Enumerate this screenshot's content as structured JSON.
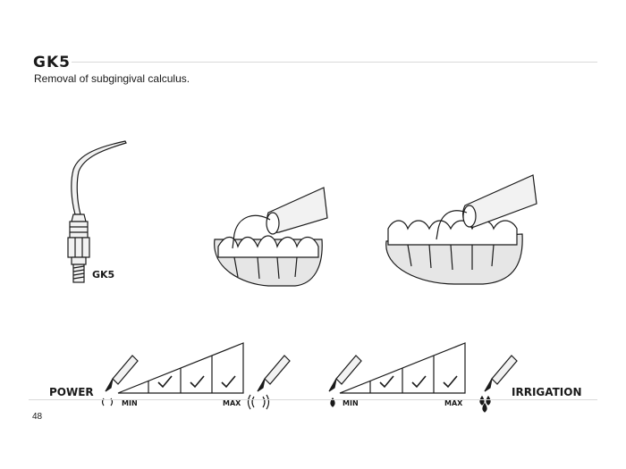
{
  "header": {
    "title": "GK5",
    "subtitle": "Removal of subgingival calculus."
  },
  "illustration": {
    "tip_label": "GK5",
    "icons": [
      "scaler-tip-icon",
      "handpiece-upper-teeth-icon",
      "handpiece-lower-teeth-icon"
    ]
  },
  "power": {
    "label": "POWER",
    "min_label": "MIN",
    "max_label": "MAX",
    "checked_levels": 3,
    "total_levels": 4
  },
  "irrigation": {
    "label": "IRRIGATION",
    "min_label": "MIN",
    "max_label": "MAX",
    "checked_levels": 3,
    "total_levels": 4
  },
  "footer": {
    "page_number": "48"
  },
  "colors": {
    "text": "#1a1a1a",
    "rule": "#d9d9d9",
    "gum_fill": "#e6e6e6",
    "instrument_fill": "#f2f2f2"
  }
}
